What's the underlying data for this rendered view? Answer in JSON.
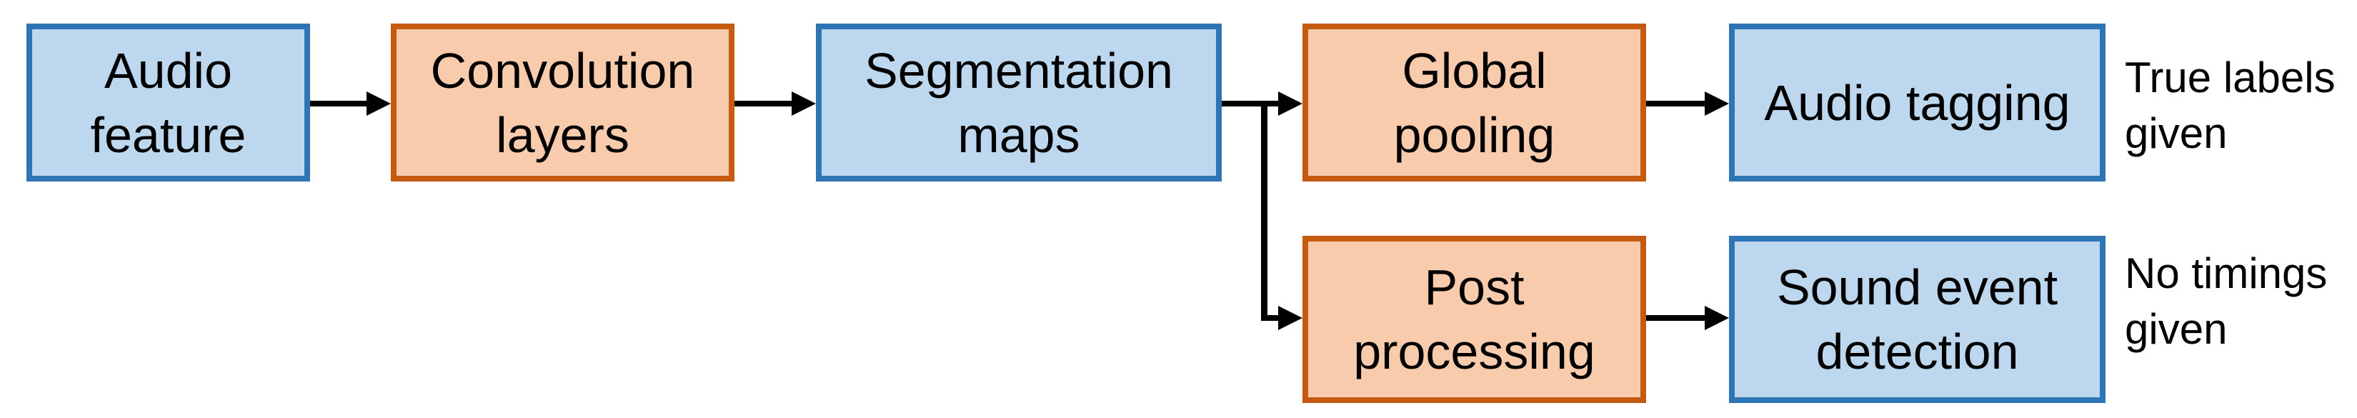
{
  "figure": {
    "type": "flowchart",
    "background": "#FFFFFF",
    "palette": {
      "blue_fill": "#BDD7EE",
      "blue_border": "#2E75B6",
      "orange_fill": "#F8CBAD",
      "orange_border": "#C55A11",
      "arrow": "#000000",
      "text": "#000000"
    },
    "nodes": [
      {
        "id": "audio-feature",
        "label": "Audio\nfeature",
        "fill": "#BDD7EE",
        "border": "#2E75B6"
      },
      {
        "id": "convolution-layers",
        "label": "Convolution\nlayers",
        "fill": "#F8CBAD",
        "border": "#C55A11"
      },
      {
        "id": "segmentation-maps",
        "label": "Segmentation\nmaps",
        "fill": "#BDD7EE",
        "border": "#2E75B6"
      },
      {
        "id": "global-pooling",
        "label": "Global\npooling",
        "fill": "#F8CBAD",
        "border": "#C55A11"
      },
      {
        "id": "audio-tagging",
        "label": "Audio tagging",
        "fill": "#BDD7EE",
        "border": "#2E75B6"
      },
      {
        "id": "post-processing",
        "label": "Post\nprocessing",
        "fill": "#F8CBAD",
        "border": "#C55A11"
      },
      {
        "id": "sound-event-detection",
        "label": "Sound event\ndetection",
        "fill": "#BDD7EE",
        "border": "#2E75B6"
      }
    ],
    "annotations": [
      {
        "id": "true-labels",
        "label": "True labels\ngiven"
      },
      {
        "id": "no-timings",
        "label": "No timings\ngiven"
      }
    ],
    "edges": [
      {
        "from": "audio-feature",
        "to": "convolution-layers"
      },
      {
        "from": "convolution-layers",
        "to": "segmentation-maps"
      },
      {
        "from": "segmentation-maps",
        "to": "global-pooling"
      },
      {
        "from": "segmentation-maps",
        "to": "post-processing"
      },
      {
        "from": "global-pooling",
        "to": "audio-tagging"
      },
      {
        "from": "post-processing",
        "to": "sound-event-detection"
      }
    ]
  }
}
